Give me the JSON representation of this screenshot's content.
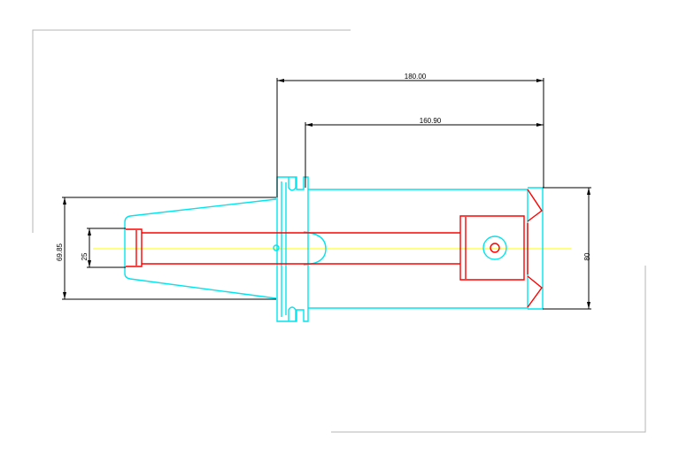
{
  "dimensions": {
    "overall_length": "180.00",
    "body_length": "160.90",
    "taper_diameter": "69.85",
    "bore_diameter": "25",
    "body_diameter": "80"
  },
  "colors": {
    "background": "#ffffff",
    "outline": "#00e5ee",
    "bore": "#ff0000",
    "centerline": "#ffff00",
    "dimension": "#000000",
    "frame": "#b4b4b4"
  }
}
